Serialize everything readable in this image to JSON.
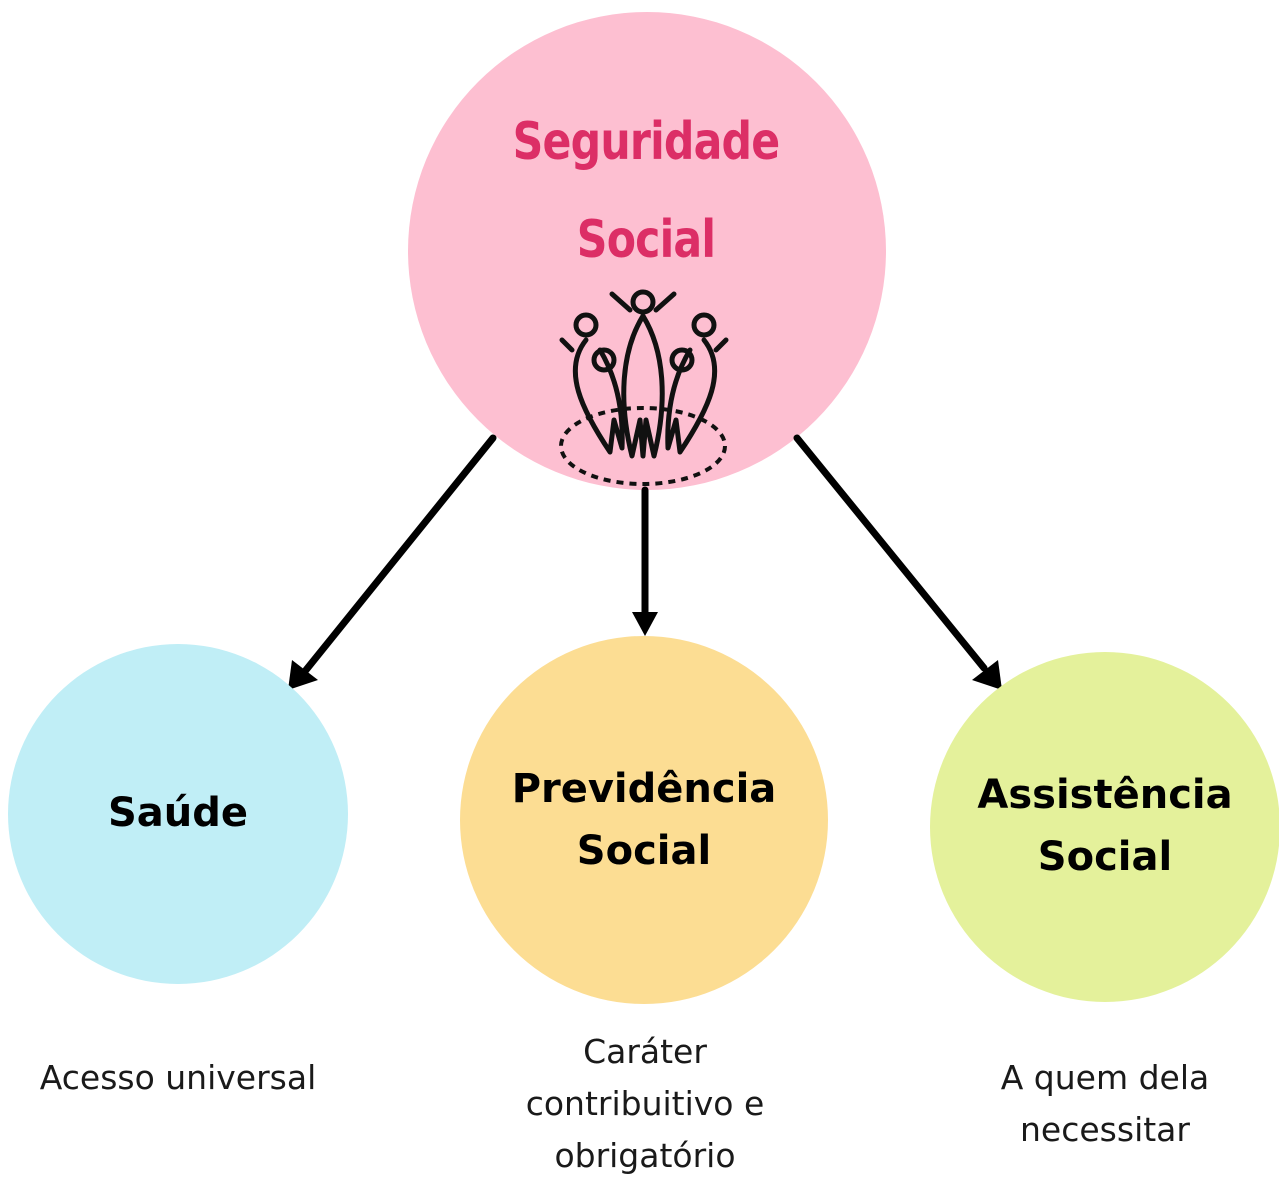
{
  "root": {
    "title_line1": "Seguridade",
    "title_line2": "Social",
    "icon": "people-unity-icon"
  },
  "nodes": [
    {
      "title": "Saúde",
      "description": "Acesso universal",
      "color": "#c0eef6"
    },
    {
      "title": "Previdência Social",
      "description": "Caráter contribuitivo e obrigatório",
      "color": "#fcdd93"
    },
    {
      "title": "Assistência Social",
      "description": "A quem dela necessitar",
      "color": "#e4f19b"
    }
  ],
  "colors": {
    "root_circle": "#fdbfd1",
    "root_title": "#dc2e66",
    "arrow": "#000000"
  }
}
